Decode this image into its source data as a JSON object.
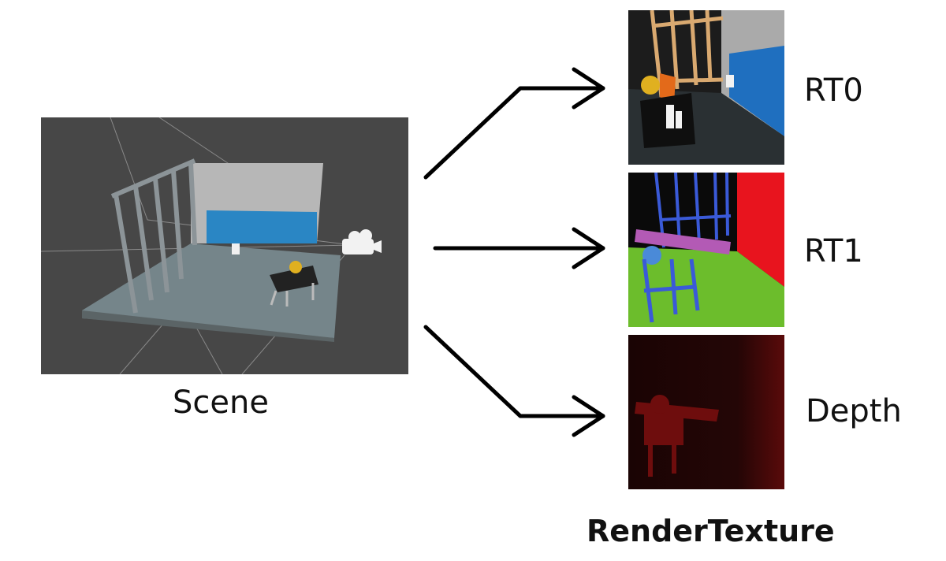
{
  "labels": {
    "scene": "Scene",
    "rt0": "RT0",
    "rt1": "RT1",
    "depth": "Depth",
    "render_texture": "RenderTexture"
  },
  "panels": [
    {
      "id": "scene",
      "content": "3d-scene-editor-view"
    },
    {
      "id": "rt0",
      "content": "color-render"
    },
    {
      "id": "rt1",
      "content": "normal-render"
    },
    {
      "id": "depth",
      "content": "depth-render"
    }
  ],
  "arrows": [
    "scene-to-rt0",
    "scene-to-rt1",
    "scene-to-depth"
  ],
  "colors": {
    "background": "#ffffff",
    "arrow": "#000000",
    "scene_bg": "#474747",
    "rt1_red": "#e8141e",
    "rt1_green": "#6cbd2c",
    "depth_red": "#5a0a0a"
  }
}
